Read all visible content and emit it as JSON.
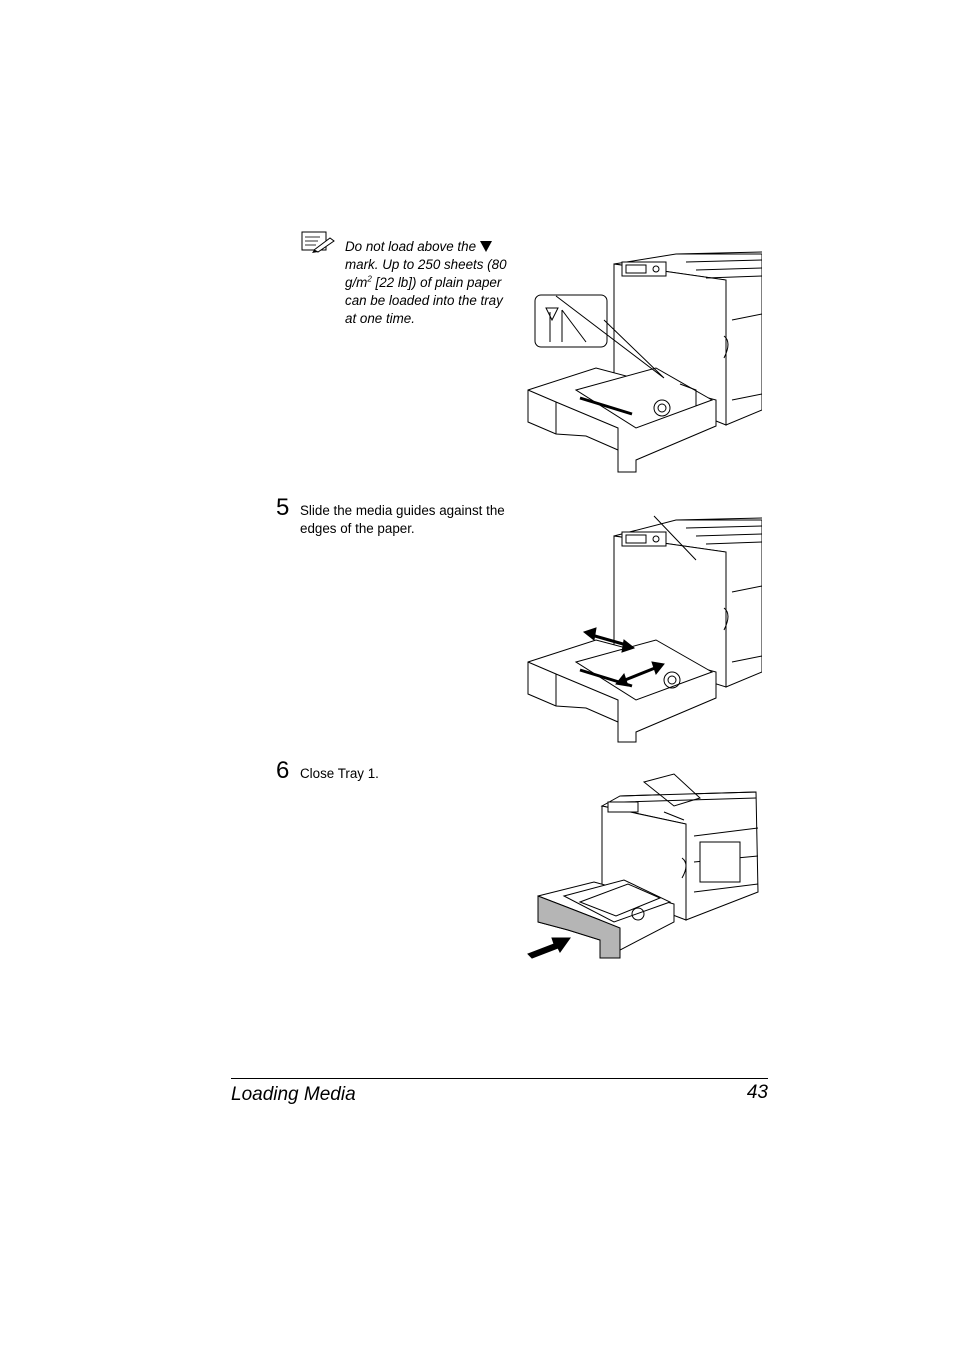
{
  "note": {
    "icon": "note-pencil-icon",
    "line1": "Do not load above the",
    "rest1": " mark. Up to 250 sheets (80 g/m",
    "sup": "2",
    "rest2": " [22 lb]) of plain paper can be loaded into the tray at one time."
  },
  "steps": [
    {
      "number": "5",
      "text": "Slide the media guides against the edges of the paper."
    },
    {
      "number": "6",
      "text": "Close Tray 1."
    }
  ],
  "footer": {
    "section": "Loading Media",
    "page": "43"
  },
  "colors": {
    "line": "#000000",
    "tray_shade": "#b5b5b5"
  }
}
